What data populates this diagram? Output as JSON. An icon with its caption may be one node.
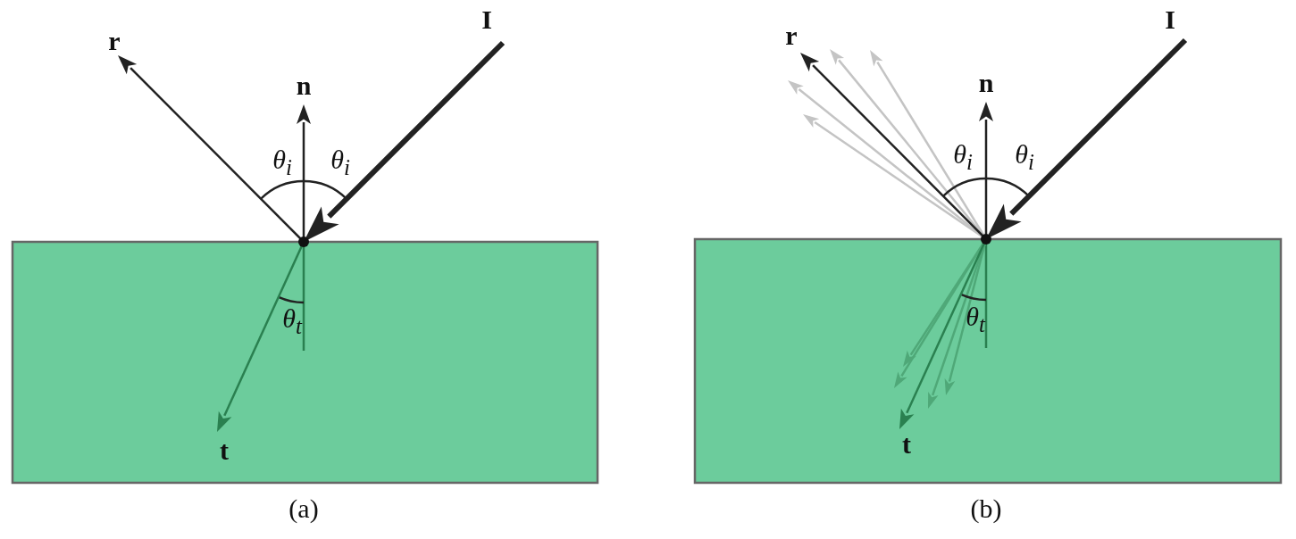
{
  "diagram": {
    "labels": [
      "r",
      "I",
      "n",
      "θ$_{i}$",
      "θ$_{i}$",
      "θ$_{t}$",
      "t",
      "(a)",
      "r",
      "I",
      "n",
      "θ$_{i}$",
      "θ$_{i}$",
      "θ$_{t}$",
      "t",
      "(b)"
    ]
  }
}
